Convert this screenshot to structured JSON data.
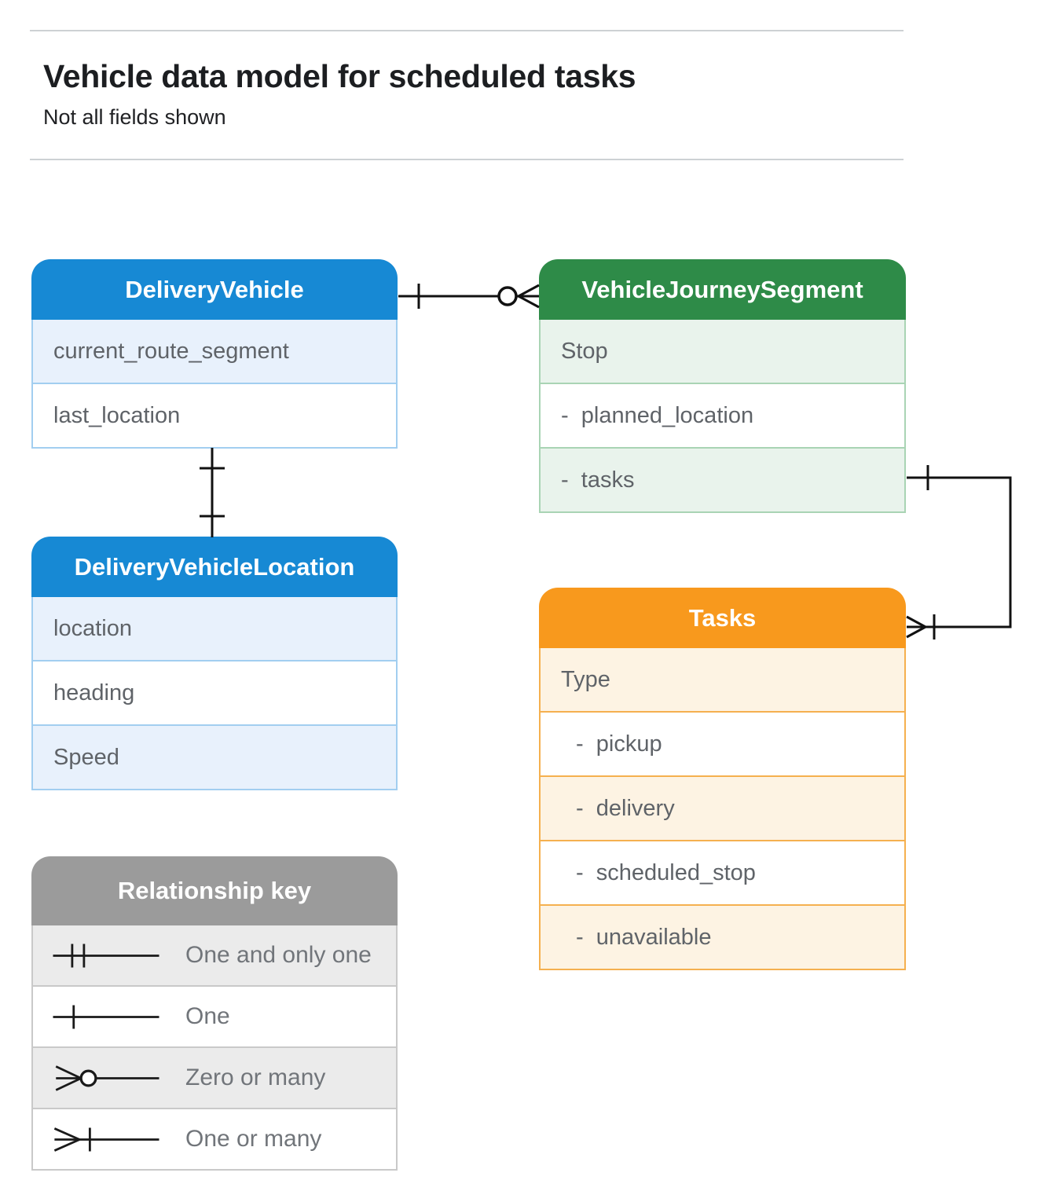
{
  "page": {
    "title": "Vehicle data model for scheduled tasks",
    "subtitle": "Not all fields shown"
  },
  "entities": {
    "delivery_vehicle": {
      "title": "DeliveryVehicle",
      "rows": [
        "current_route_segment",
        "last_location"
      ]
    },
    "vehicle_journey_segment": {
      "title": "VehicleJourneySegment",
      "rows": [
        "Stop",
        "-  planned_location",
        "-  tasks"
      ]
    },
    "delivery_vehicle_location": {
      "title": "DeliveryVehicleLocation",
      "rows": [
        "location",
        "heading",
        "Speed"
      ]
    },
    "tasks": {
      "title": "Tasks",
      "rows": [
        "Type",
        "-  pickup",
        "-  delivery",
        "-  scheduled_stop",
        "-  unavailable"
      ]
    }
  },
  "legend": {
    "title": "Relationship key",
    "items": [
      {
        "symbol": "one-and-only-one",
        "label": "One and only one"
      },
      {
        "symbol": "one",
        "label": "One"
      },
      {
        "symbol": "zero-or-many",
        "label": "Zero or many"
      },
      {
        "symbol": "one-or-many",
        "label": "One or many"
      }
    ]
  },
  "relationships": [
    {
      "from": "DeliveryVehicle",
      "to": "VehicleJourneySegment",
      "from_cardinality": "one",
      "to_cardinality": "zero-or-many"
    },
    {
      "from": "DeliveryVehicle",
      "to": "DeliveryVehicleLocation",
      "from_cardinality": "one",
      "to_cardinality": "one"
    },
    {
      "from": "VehicleJourneySegment.tasks",
      "to": "Tasks",
      "from_cardinality": "one",
      "to_cardinality": "one-or-many"
    }
  ],
  "colors": {
    "blue_header": "#1789d4",
    "blue_row_tint": "#e8f1fc",
    "blue_border": "#a2cef0",
    "green_header": "#2e8b48",
    "green_row_tint": "#e9f3ec",
    "green_border": "#a9d4b4",
    "orange_header": "#f8991d",
    "orange_row_tint": "#fdf3e3",
    "orange_border": "#f5b04f",
    "gray_header": "#9b9b9b",
    "gray_row_tint": "#ebebeb",
    "gray_border": "#c9c9c9",
    "connector": "#111111",
    "row_text": "#5f6368"
  }
}
